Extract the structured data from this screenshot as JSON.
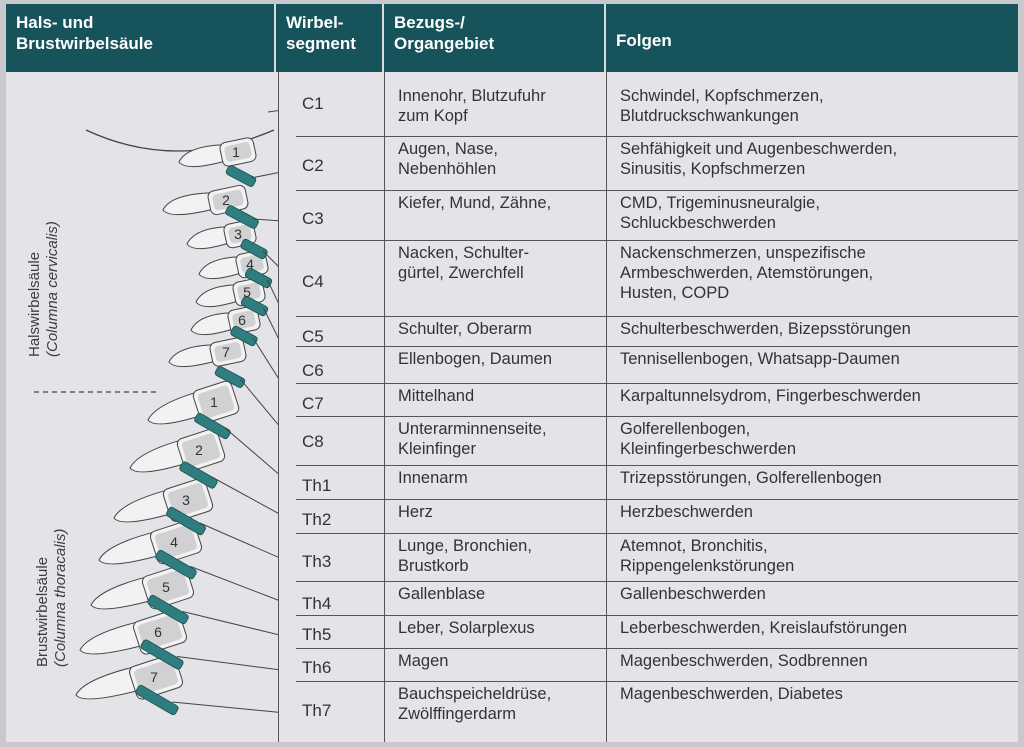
{
  "header": {
    "col1": [
      "Hals- und",
      "Brustwirbelsäule"
    ],
    "col2": [
      "Wirbel-",
      "segment"
    ],
    "col3": [
      "Bezugs-/",
      "Organgebiet"
    ],
    "col4": [
      "Folgen"
    ]
  },
  "labels": {
    "cervical": "Halswirbelsäule",
    "cervical_latin": "(Columna cervicalis)",
    "thoracic": "Brustwirbelsäule",
    "thoracic_latin": "(Columna thoracalis)"
  },
  "vertebra_numbers": [
    "1",
    "2",
    "3",
    "4",
    "5",
    "6",
    "7",
    "1",
    "2",
    "3",
    "4",
    "5",
    "6",
    "7"
  ],
  "rows": [
    {
      "segment": "C1",
      "organ": [
        "Innenohr, Blutzufuhr",
        "zum Kopf"
      ],
      "effect": [
        "Schwindel, Kopfschmerzen,",
        "Blutdruckschwankungen"
      ]
    },
    {
      "segment": "C2",
      "organ": [
        "Augen, Nase,",
        "Nebenhöhlen"
      ],
      "effect": [
        "Sehfähigkeit und Augenbeschwerden,",
        "Sinusitis, Kopfschmerzen"
      ]
    },
    {
      "segment": "C3",
      "organ": [
        "Kiefer, Mund, Zähne,"
      ],
      "effect": [
        "CMD, Trigeminusneuralgie,",
        "Schluckbeschwerden"
      ]
    },
    {
      "segment": "C4",
      "organ": [
        "Nacken, Schulter-",
        "gürtel, Zwerchfell"
      ],
      "effect": [
        "Nackenschmerzen, unspezifische",
        "Armbeschwerden, Atemstörungen,",
        "Husten, COPD"
      ]
    },
    {
      "segment": "C5",
      "organ": [
        "Schulter, Oberarm"
      ],
      "effect": [
        "Schulterbeschwerden, Bizepsstörungen"
      ]
    },
    {
      "segment": "C6",
      "organ": [
        "Ellenbogen, Daumen"
      ],
      "effect": [
        "Tennisellenbogen, Whatsapp-Daumen"
      ]
    },
    {
      "segment": "C7",
      "organ": [
        "Mittelhand"
      ],
      "effect": [
        "Karpaltunnelsydrom, Fingerbeschwerden"
      ]
    },
    {
      "segment": "C8",
      "organ": [
        "Unterarminnenseite,",
        "Kleinfinger"
      ],
      "effect": [
        "Golferellenbogen,",
        "Kleinfingerbeschwerden"
      ]
    },
    {
      "segment": "Th1",
      "organ": [
        "Innenarm"
      ],
      "effect": [
        "Trizepsstörungen, Golferellenbogen"
      ]
    },
    {
      "segment": "Th2",
      "organ": [
        "Herz"
      ],
      "effect": [
        "Herzbeschwerden"
      ]
    },
    {
      "segment": "Th3",
      "organ": [
        "Lunge, Bronchien,",
        "Brustkorb"
      ],
      "effect": [
        "Atemnot, Bronchitis,",
        "Rippengelenkstörungen"
      ]
    },
    {
      "segment": "Th4",
      "organ": [
        "Gallenblase"
      ],
      "effect": [
        "Gallenbeschwerden"
      ]
    },
    {
      "segment": "Th5",
      "organ": [
        "Leber, Solarplexus"
      ],
      "effect": [
        "Leberbeschwerden, Kreislaufstörungen"
      ]
    },
    {
      "segment": "Th6",
      "organ": [
        "Magen"
      ],
      "effect": [
        "Magenbeschwerden, Sodbrennen"
      ]
    },
    {
      "segment": "Th7",
      "organ": [
        "Bauchspeicheldrüse,",
        "Zwölffingerdarm"
      ],
      "effect": [
        "Magenbeschwerden, Diabetes"
      ]
    }
  ],
  "colors": {
    "header": "#16535a",
    "disc": "#2e7d7f",
    "bone": "#f2f2f2",
    "cartilage": "#b7b7b9"
  }
}
